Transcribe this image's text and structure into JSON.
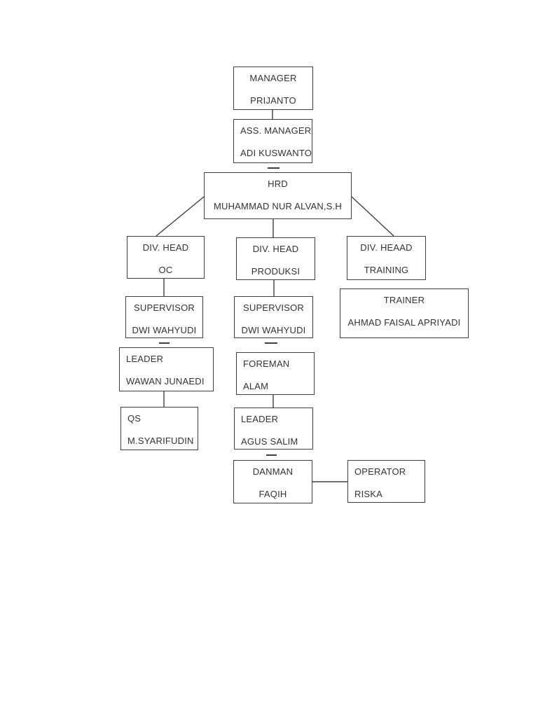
{
  "document": {
    "kind": "organizational-chart",
    "background_color": "#ffffff",
    "line_color": "#3f3f3f",
    "text_color": "#333333"
  },
  "diagram": {
    "nodes": [
      {
        "id": "manager",
        "title": "MANAGER",
        "name": "PRIJANTO"
      },
      {
        "id": "ass-manager",
        "title": "ASS. MANAGER",
        "name": "ADI KUSWANTO"
      },
      {
        "id": "hrd",
        "title": "HRD",
        "name": "MUHAMMAD NUR ALVAN,S.H"
      },
      {
        "id": "div-head-oc",
        "title": "DIV. HEAD",
        "name": "OC"
      },
      {
        "id": "div-head-produksi",
        "title": "DIV. HEAD",
        "name": "PRODUKSI"
      },
      {
        "id": "div-heaad-training",
        "title": "DIV. HEAAD",
        "name": "TRAINING"
      },
      {
        "id": "supervisor-oc",
        "title": "SUPERVISOR",
        "name": "DWI WAHYUDI"
      },
      {
        "id": "supervisor-produksi",
        "title": "SUPERVISOR",
        "name": "DWI WAHYUDI"
      },
      {
        "id": "trainer",
        "title": "TRAINER",
        "name": "AHMAD FAISAL APRIYADI"
      },
      {
        "id": "leader-oc",
        "title": "LEADER",
        "name": "WAWAN JUNAEDI"
      },
      {
        "id": "foreman",
        "title": "FOREMAN",
        "name": "ALAM"
      },
      {
        "id": "qs",
        "title": "QS",
        "name": "M.SYARIFUDIN"
      },
      {
        "id": "leader-produksi",
        "title": "LEADER",
        "name": "AGUS SALIM"
      },
      {
        "id": "danman",
        "title": "DANMAN",
        "name": "FAQIH"
      },
      {
        "id": "operator",
        "title": "OPERATOR",
        "name": "RISKA"
      }
    ],
    "edges": [
      {
        "from": "manager",
        "to": "ass-manager"
      },
      {
        "from": "ass-manager",
        "to": "hrd"
      },
      {
        "from": "hrd",
        "to": "div-head-oc"
      },
      {
        "from": "hrd",
        "to": "div-head-produksi"
      },
      {
        "from": "hrd",
        "to": "div-heaad-training"
      },
      {
        "from": "div-head-oc",
        "to": "supervisor-oc"
      },
      {
        "from": "div-head-produksi",
        "to": "supervisor-produksi"
      },
      {
        "from": "supervisor-oc",
        "to": "leader-oc"
      },
      {
        "from": "supervisor-produksi",
        "to": "foreman"
      },
      {
        "from": "leader-oc",
        "to": "qs"
      },
      {
        "from": "foreman",
        "to": "leader-produksi"
      },
      {
        "from": "leader-produksi",
        "to": "danman"
      },
      {
        "from": "danman",
        "to": "operator"
      }
    ]
  }
}
